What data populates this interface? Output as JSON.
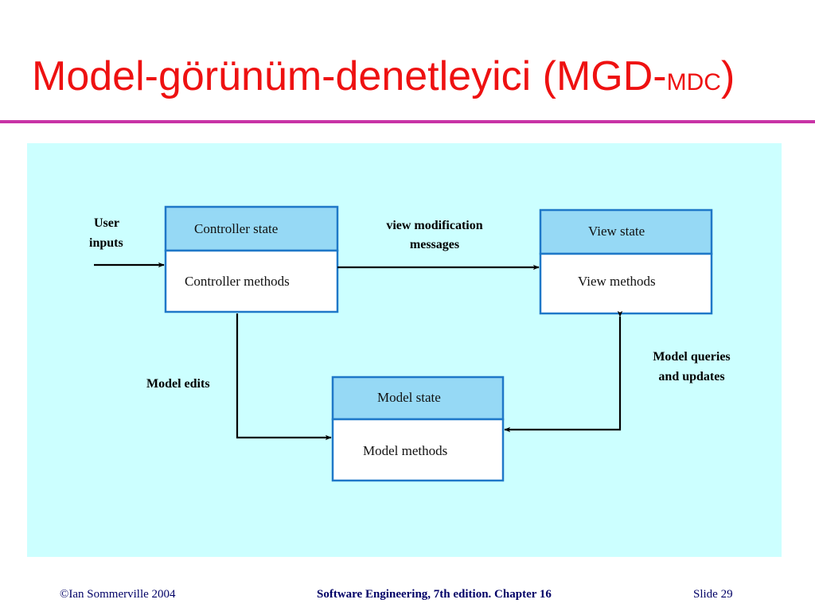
{
  "slide": {
    "title_main": "Model-görünüm-denetleyici (MGD-",
    "title_abbr": "MDC",
    "title_close": ")"
  },
  "diagram": {
    "boxes": {
      "controller": {
        "state": "Controller state",
        "methods": "Controller methods"
      },
      "view": {
        "state": "View state",
        "methods": "View methods"
      },
      "model": {
        "state": "Model state",
        "methods": "Model methods"
      }
    },
    "labels": {
      "user_inputs": [
        "User",
        "inputs"
      ],
      "view_modification_messages": [
        "view modification",
        "messages"
      ],
      "model_edits": "Model edits",
      "model_queries_updates": [
        "Model queries",
        "and updates"
      ]
    }
  },
  "footer": {
    "copyright": "©Ian Sommerville 2004",
    "book": "Software Engineering, 7th edition. Chapter 16",
    "slide_label": "Slide  29"
  }
}
